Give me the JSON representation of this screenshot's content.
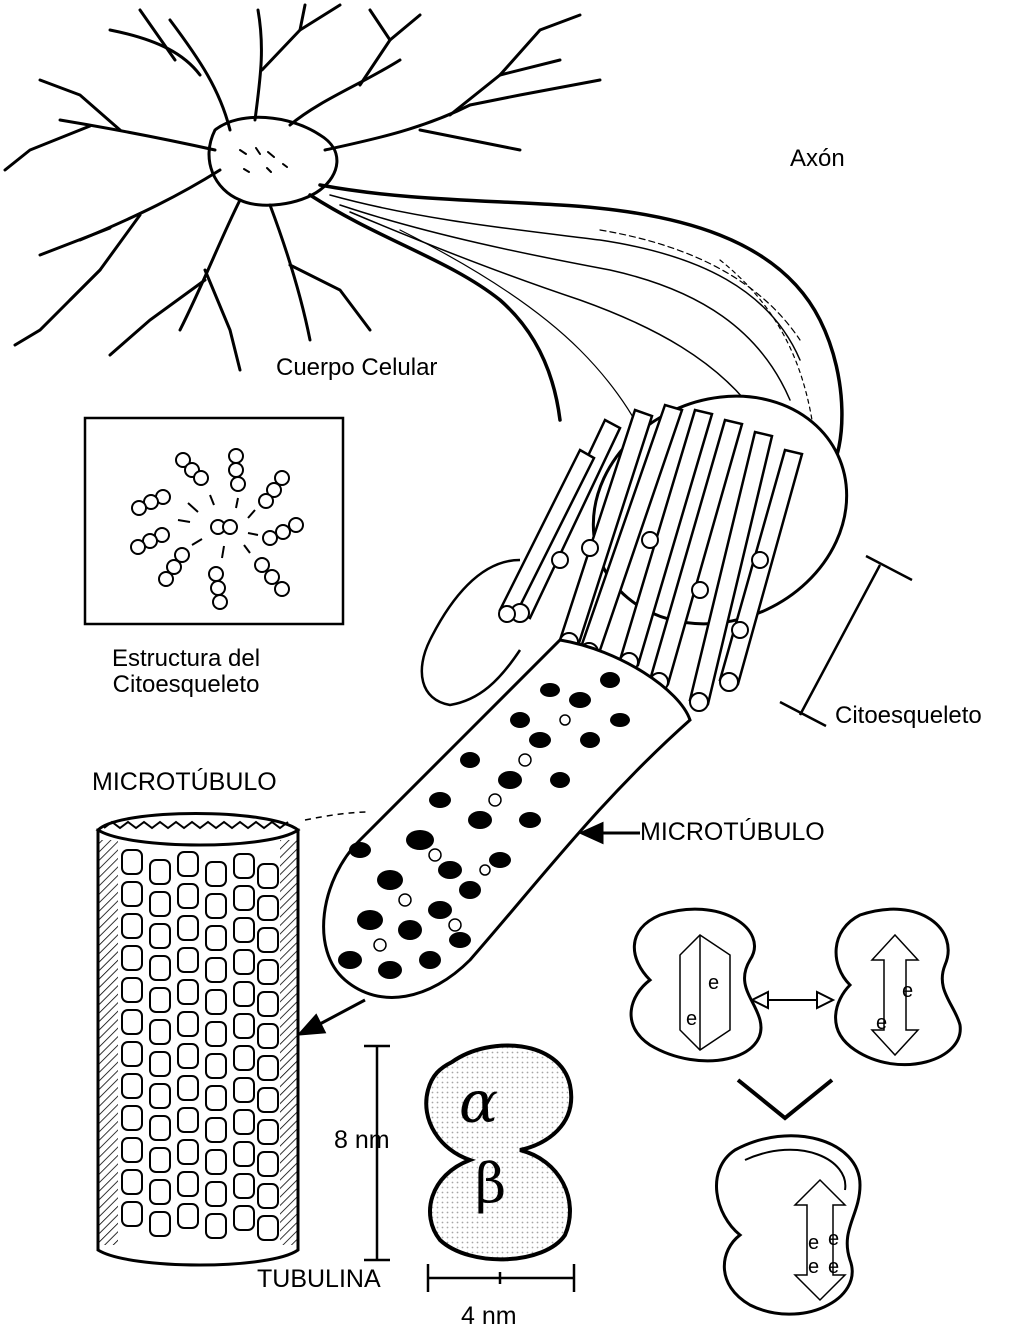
{
  "labels": {
    "axon": "Axón",
    "cell_body": "Cuerpo Celular",
    "structure_line1": "Estructura del",
    "structure_line2": "Citoesqueleto",
    "cytoskeleton": "Citoesqueleto",
    "microtubule_left": "MICROTÚBULO",
    "microtubule_right": "MICROTÚBULO",
    "height": "8 nm",
    "tubulin": "TUBULINA",
    "width": "4 nm"
  },
  "tubulin_symbols": {
    "alpha": "α",
    "beta": "β"
  },
  "electron_marker": "e",
  "icons": [
    "neuron-illustration",
    "cytoskeleton-cross-section",
    "microtubule-bundle",
    "microtubule-cylinder",
    "tubulin-dimer",
    "conformation-cycle"
  ]
}
